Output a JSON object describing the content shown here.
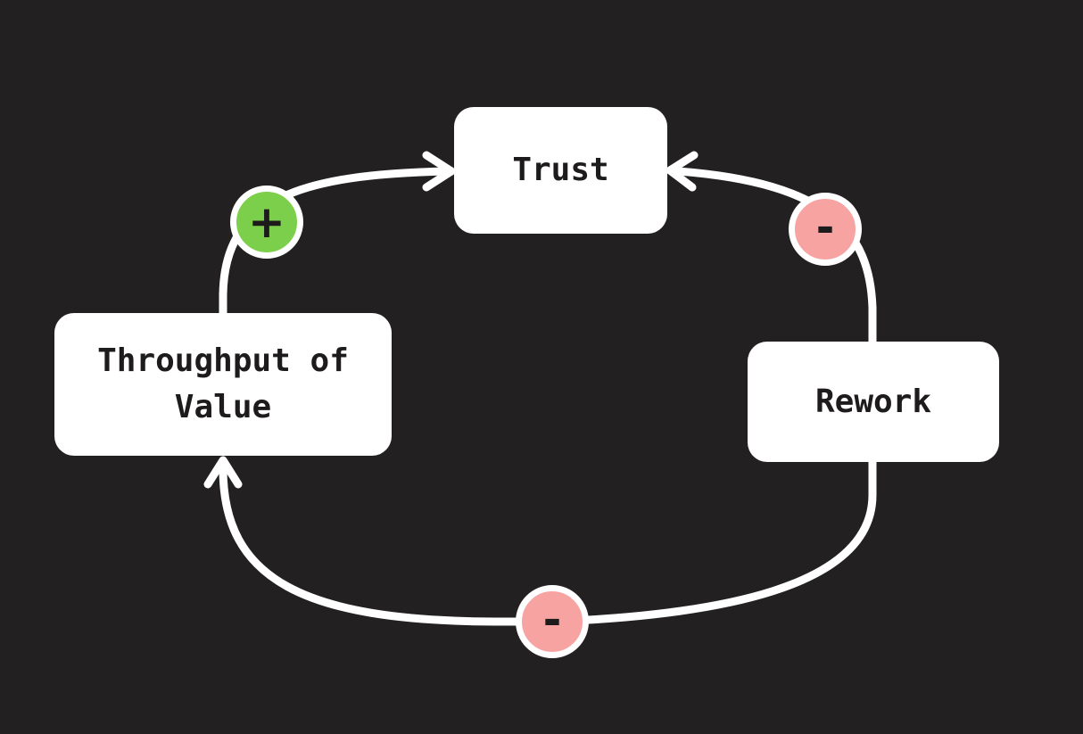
{
  "nodes": {
    "trust": "Trust",
    "throughput": "Throughput of\nValue",
    "rework": "Rework"
  },
  "links": [
    {
      "from": "Throughput of\nValue",
      "to": "Trust",
      "polarity": "+"
    },
    {
      "from": "Rework",
      "to": "Trust",
      "polarity": "-"
    },
    {
      "from": "Rework",
      "to": "Throughput of\nValue",
      "polarity": "-"
    }
  ],
  "badges": {
    "throughput_trust": "+",
    "rework_trust": "-",
    "rework_throughput": "-"
  },
  "colors": {
    "background": "#232022",
    "node_fill": "#ffffff",
    "text": "#1e1b1d",
    "positive": "#7ccf4a",
    "negative": "#f7a3a1",
    "link": "#ffffff"
  }
}
